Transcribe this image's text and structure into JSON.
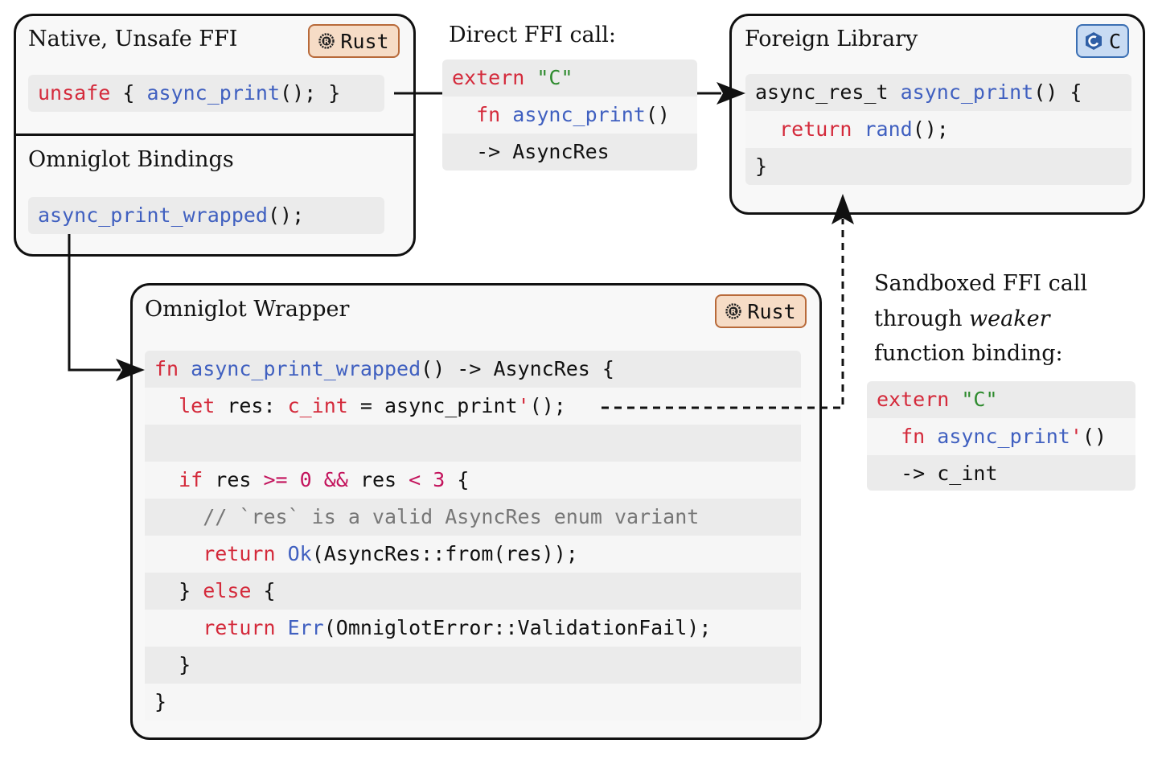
{
  "native_box": {
    "title": "Native, Unsafe FFI",
    "badge": "Rust",
    "code": [
      [
        {
          "t": "unsafe",
          "c": "kw"
        },
        {
          "t": " { ",
          "c": "pl"
        },
        {
          "t": "async_print",
          "c": "fn"
        },
        {
          "t": "(); }",
          "c": "pl"
        }
      ]
    ]
  },
  "bindings_box": {
    "title": "Omniglot Bindings",
    "code": [
      [
        {
          "t": "async_print_wrapped",
          "c": "fn"
        },
        {
          "t": "();",
          "c": "pl"
        }
      ]
    ]
  },
  "direct_ffi": {
    "label": "Direct FFI call:",
    "code": [
      [
        {
          "t": "extern ",
          "c": "kw"
        },
        {
          "t": "\"C\"",
          "c": "str"
        }
      ],
      [
        {
          "t": "  fn ",
          "c": "kw"
        },
        {
          "t": "async_print",
          "c": "fn"
        },
        {
          "t": "()",
          "c": "pl"
        }
      ],
      [
        {
          "t": "  -> AsyncRes",
          "c": "pl"
        }
      ]
    ]
  },
  "foreign_box": {
    "title": "Foreign Library",
    "badge": "C",
    "code": [
      [
        {
          "t": "async_res_t ",
          "c": "pl"
        },
        {
          "t": "async_print",
          "c": "fn"
        },
        {
          "t": "() {",
          "c": "pl"
        }
      ],
      [
        {
          "t": "  return ",
          "c": "kw"
        },
        {
          "t": "rand",
          "c": "fn"
        },
        {
          "t": "();",
          "c": "pl"
        }
      ],
      [
        {
          "t": "}",
          "c": "pl"
        }
      ]
    ]
  },
  "sandboxed": {
    "label_line1": "Sandboxed FFI call",
    "label_line2_a": "through ",
    "label_line2_em": "weaker",
    "label_line3": "function binding:",
    "code": [
      [
        {
          "t": "extern ",
          "c": "kw"
        },
        {
          "t": "\"C\"",
          "c": "str"
        }
      ],
      [
        {
          "t": "  fn ",
          "c": "kw"
        },
        {
          "t": "async_print",
          "c": "fn"
        },
        {
          "t": "'",
          "c": "kw"
        },
        {
          "t": "()",
          "c": "pl"
        }
      ],
      [
        {
          "t": "  -> c_int",
          "c": "pl"
        }
      ]
    ]
  },
  "wrapper_box": {
    "title": "Omniglot Wrapper",
    "badge": "Rust",
    "code": [
      [
        {
          "t": "fn ",
          "c": "kw"
        },
        {
          "t": "async_print_wrapped",
          "c": "fn"
        },
        {
          "t": "() -> AsyncRes {",
          "c": "pl"
        }
      ],
      [
        {
          "t": "  let ",
          "c": "kw"
        },
        {
          "t": "res: ",
          "c": "pl"
        },
        {
          "t": "c_int",
          "c": "kw"
        },
        {
          "t": " = ",
          "c": "pl"
        },
        {
          "t": "async_print",
          "c": "pl"
        },
        {
          "t": "'",
          "c": "kw"
        },
        {
          "t": "();",
          "c": "pl"
        }
      ],
      [],
      [
        {
          "t": "  if ",
          "c": "kw"
        },
        {
          "t": "res ",
          "c": "pl"
        },
        {
          "t": ">=",
          "c": "num"
        },
        {
          "t": " ",
          "c": "pl"
        },
        {
          "t": "0",
          "c": "num"
        },
        {
          "t": " ",
          "c": "pl"
        },
        {
          "t": "&&",
          "c": "num"
        },
        {
          "t": " res ",
          "c": "pl"
        },
        {
          "t": "<",
          "c": "num"
        },
        {
          "t": " ",
          "c": "pl"
        },
        {
          "t": "3",
          "c": "num"
        },
        {
          "t": " {",
          "c": "pl"
        }
      ],
      [
        {
          "t": "    // `res` is a valid AsyncRes enum variant",
          "c": "cm"
        }
      ],
      [
        {
          "t": "    return ",
          "c": "kw"
        },
        {
          "t": "Ok",
          "c": "fn"
        },
        {
          "t": "(AsyncRes::from(res));",
          "c": "pl"
        }
      ],
      [
        {
          "t": "  } ",
          "c": "pl"
        },
        {
          "t": "else",
          "c": "kw"
        },
        {
          "t": " {",
          "c": "pl"
        }
      ],
      [
        {
          "t": "    return ",
          "c": "kw"
        },
        {
          "t": "Err",
          "c": "fn"
        },
        {
          "t": "(OmniglotError::ValidationFail);",
          "c": "pl"
        }
      ],
      [
        {
          "t": "  }",
          "c": "pl"
        }
      ],
      [
        {
          "t": "}",
          "c": "pl"
        }
      ]
    ]
  }
}
